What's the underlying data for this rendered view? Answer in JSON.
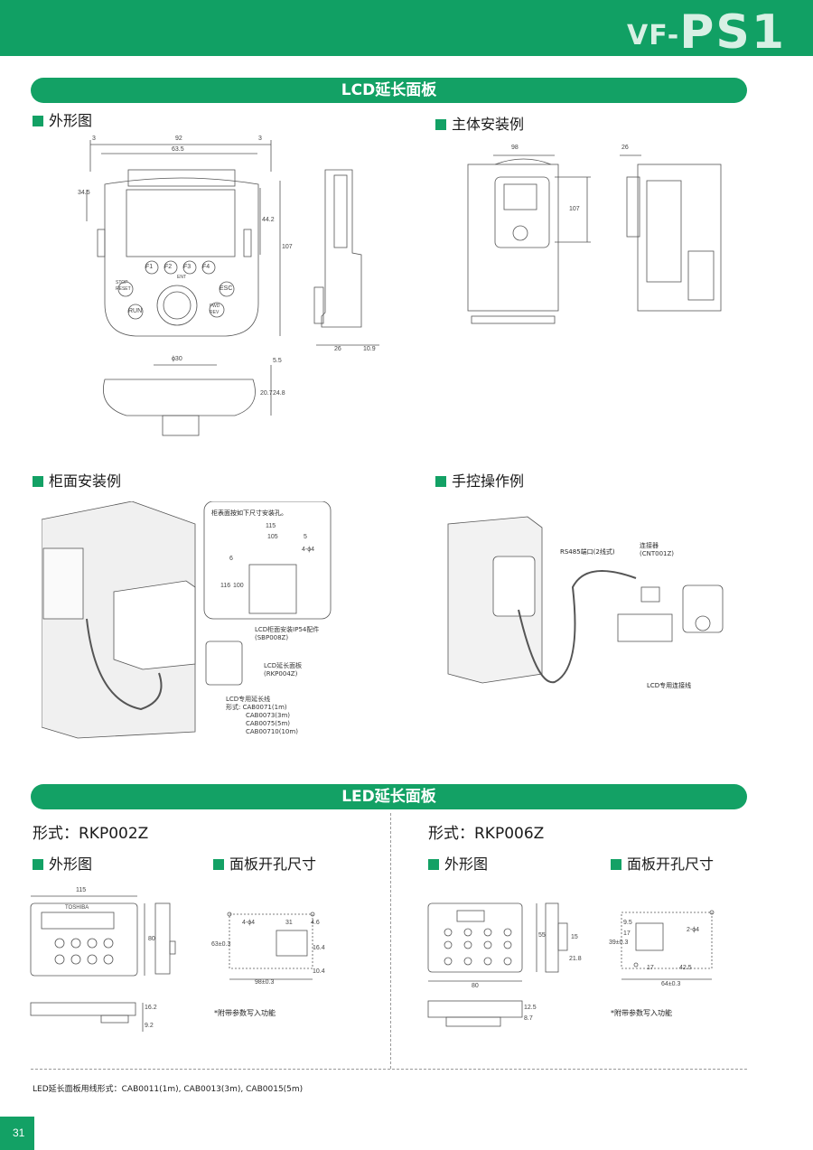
{
  "header": {
    "brand_prefix": "VF-",
    "brand_model": "PS1"
  },
  "lcd": {
    "banner": "LCD延长面板",
    "outline": {
      "title": "外形图",
      "dims": [
        "3",
        "92",
        "63.5",
        "3",
        "34.5",
        "44.2",
        "107",
        "26",
        "10.9",
        "ϕ30",
        "5.5",
        "20.7",
        "24.8"
      ],
      "keys": [
        "F1",
        "F2",
        "F3",
        "F4",
        "STOP RESET",
        "ESC",
        "RUN",
        "FWD REV",
        "ENT"
      ]
    },
    "body_mount": {
      "title": "主体安装例",
      "dims": [
        "98",
        "107",
        "26"
      ]
    },
    "cabinet": {
      "title": "柜面安装例",
      "hole_note": "柜表面按如下尺寸安装孔。",
      "hole_dims": [
        "115",
        "105",
        "5",
        "4-ϕ4",
        "6",
        "116",
        "100"
      ],
      "label_kit_line1": "LCD柜面安装IP54配件",
      "label_kit_line2": "(SBP008Z)",
      "label_panel_line1": "LCD延长面板",
      "label_panel_line2": "(RKP004Z)",
      "label_cable_title": "LCD专用延长线",
      "label_cable_prefix": "形式:",
      "cables": [
        "CAB0071(1m)",
        "CAB0073(3m)",
        "CAB0075(5m)",
        "CAB00710(10m)"
      ]
    },
    "manual": {
      "title": "手控操作例",
      "rs485": "RS485端口(2线式)",
      "connector_line1": "连接器",
      "connector_line2": "(CNT001Z)",
      "cable_label": "LCD专用连接线"
    }
  },
  "led": {
    "banner": "LED延长面板",
    "left": {
      "model": "形式：RKP002Z",
      "outline_title": "外形图",
      "cutout_title": "面板开孔尺寸",
      "display_text": "TOSHIBA",
      "outline_dims": [
        "115",
        "80",
        "16.2",
        "9.2"
      ],
      "cutout_dims": [
        "4-ϕ4",
        "31",
        "4.6",
        "63±0.3",
        "16.4",
        "10.4",
        "98±0.3"
      ],
      "note": "*附带参数写入功能"
    },
    "right": {
      "model": "形式：RKP006Z",
      "outline_title": "外形图",
      "cutout_title": "面板开孔尺寸",
      "outline_dims": [
        "55",
        "80",
        "15",
        "21.8",
        "8.7",
        "12.5"
      ],
      "cutout_dims": [
        "9.5",
        "17",
        "39±0.3",
        "2-ϕ4",
        "17",
        "42.5",
        "64±0.3"
      ],
      "note": "*附带参数写入功能"
    },
    "footnote": "LED延长面板用线形式：CAB0011(1m), CAB0013(3m), CAB0015(5m)"
  },
  "page_number": "31"
}
